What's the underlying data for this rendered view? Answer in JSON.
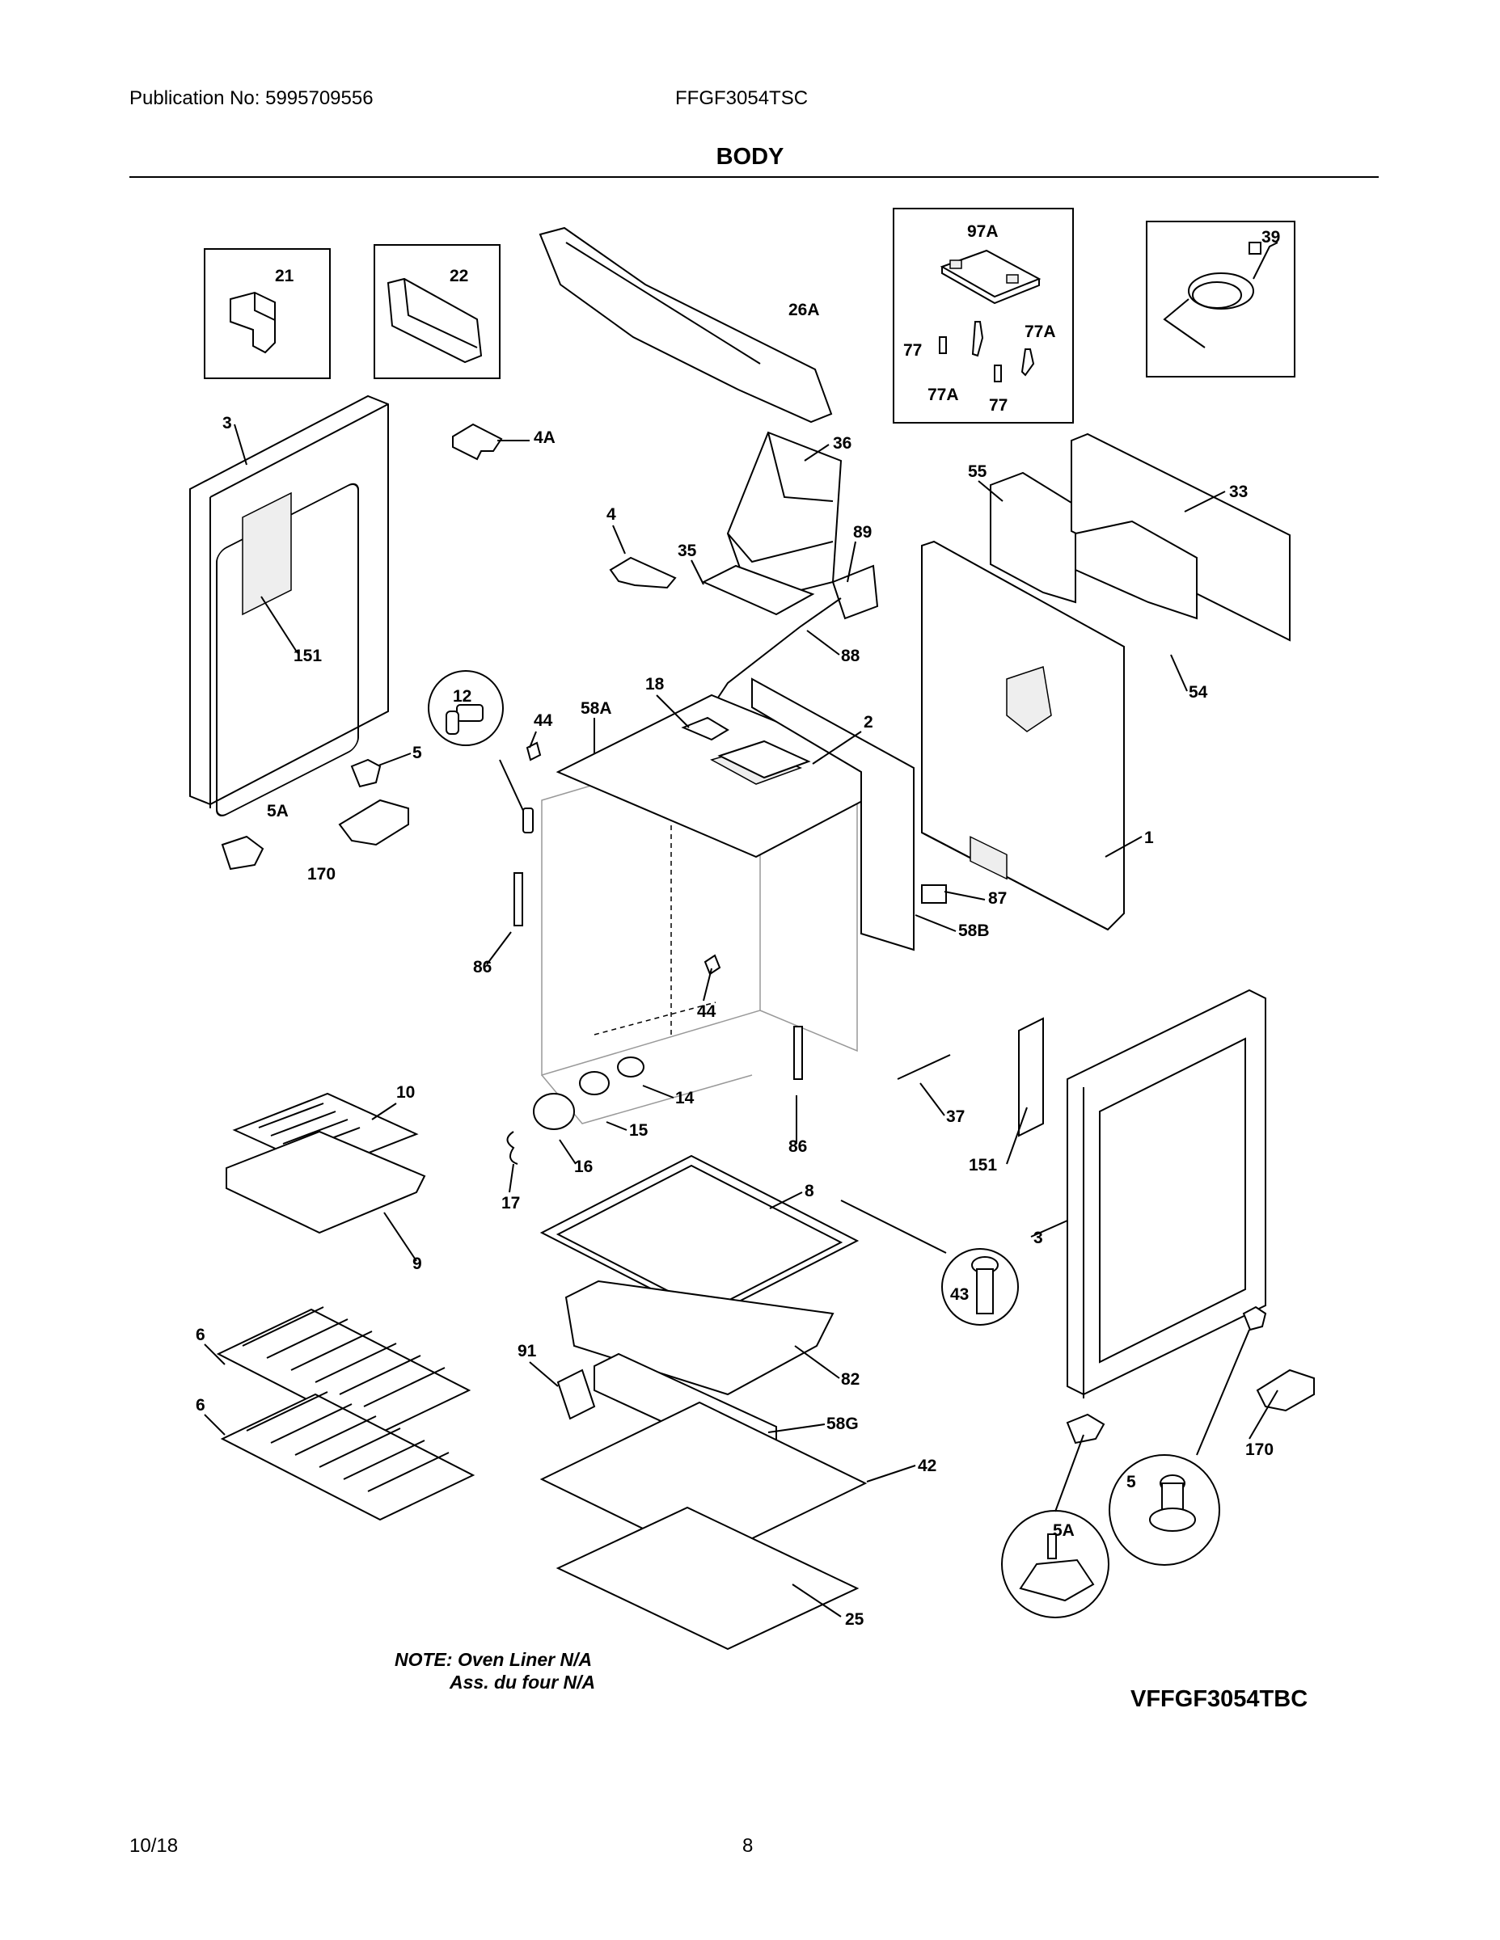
{
  "header": {
    "publication": "Publication No: 5995709556",
    "model": "FFGF3054TSC",
    "title": "BODY"
  },
  "callouts": {
    "c21": "21",
    "c22": "22",
    "c26A": "26A",
    "c97A": "97A",
    "c39": "39",
    "c77a": "77",
    "c77Aa": "77A",
    "c77Ab": "77A",
    "c77b": "77",
    "c3a": "3",
    "c4A": "4A",
    "c36": "36",
    "c55": "55",
    "c33": "33",
    "c4": "4",
    "c35": "35",
    "c89": "89",
    "c88": "88",
    "c151a": "151",
    "c54": "54",
    "c12": "12",
    "c44a": "44",
    "c58A": "58A",
    "c18": "18",
    "c2": "2",
    "c5a": "5",
    "c5Aa": "5A",
    "c170a": "170",
    "c1": "1",
    "c87": "87",
    "c86a": "86",
    "c58B": "58B",
    "c44b": "44",
    "c10": "10",
    "c14": "14",
    "c15": "15",
    "c16": "16",
    "c86b": "86",
    "c37": "37",
    "c151b": "151",
    "c17": "17",
    "c9": "9",
    "c8": "8",
    "c43": "43",
    "c3b": "3",
    "c6a": "6",
    "c6b": "6",
    "c91": "91",
    "c82": "82",
    "c58G": "58G",
    "c42": "42",
    "c170b": "170",
    "c5b": "5",
    "c5Ab": "5A",
    "c25": "25"
  },
  "notes": {
    "line1": "NOTE: Oven Liner N/A",
    "line2": "Ass. du four N/A"
  },
  "drawing_id": "VFFGF3054TBC",
  "footer": {
    "date": "10/18",
    "page": "8"
  }
}
